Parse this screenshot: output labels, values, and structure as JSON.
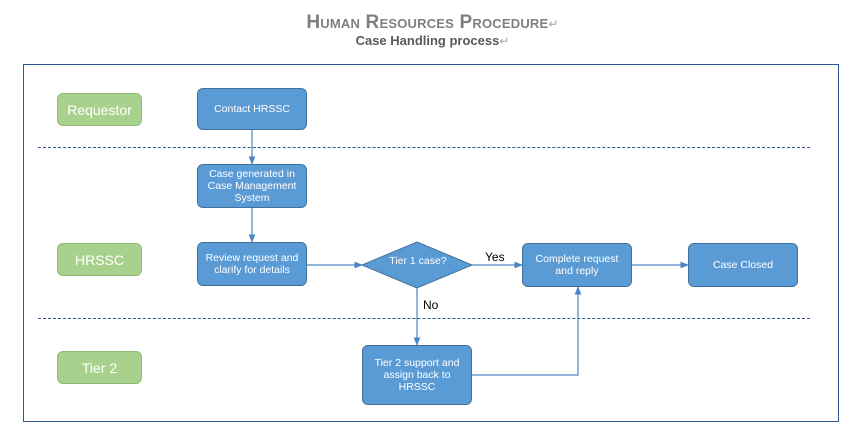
{
  "header": {
    "title": "Human Resources Procedure",
    "subtitle": "Case Handling process",
    "para_mark": "↵"
  },
  "lanes": {
    "requestor": "Requestor",
    "hrssc": "HRSSC",
    "tier2": "Tier 2"
  },
  "nodes": {
    "contact": "Contact HRSSC",
    "case_generated": "Case generated in Case Management System",
    "review": "Review request and clarify for details",
    "decision": "Tier 1 case?",
    "complete": "Complete request and reply",
    "closed": "Case Closed",
    "tier2_support": "Tier 2 support and assign back to HRSSC"
  },
  "edges": {
    "yes": "Yes",
    "no": "No"
  },
  "colors": {
    "process_fill": "#5b9bd5",
    "lane_fill": "#a9d18e",
    "frame_border": "#2e5597",
    "connector": "#4a86c5"
  }
}
